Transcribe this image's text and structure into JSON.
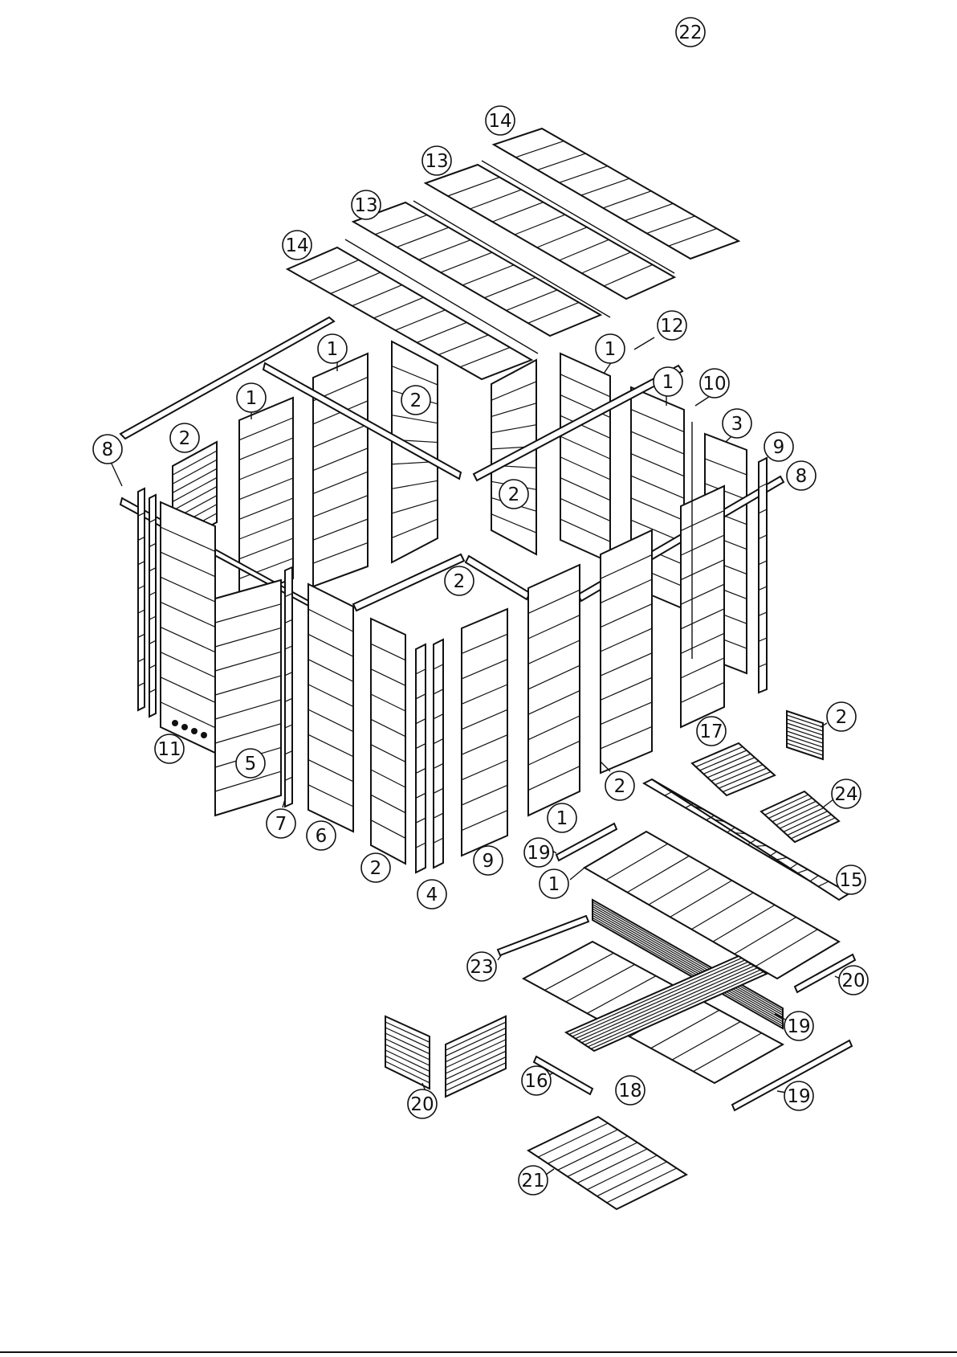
{
  "diagram": {
    "callouts": [
      "14",
      "13",
      "13",
      "14",
      "12",
      "1",
      "1",
      "10",
      "1",
      "2",
      "2",
      "3",
      "9",
      "8",
      "8",
      "2",
      "1",
      "2",
      "11",
      "5",
      "7",
      "6",
      "2",
      "4",
      "9",
      "2",
      "1",
      "19",
      "1",
      "15",
      "17",
      "2",
      "24",
      "23",
      "20",
      "19",
      "18",
      "16",
      "19",
      "20",
      "21",
      "22"
    ]
  }
}
